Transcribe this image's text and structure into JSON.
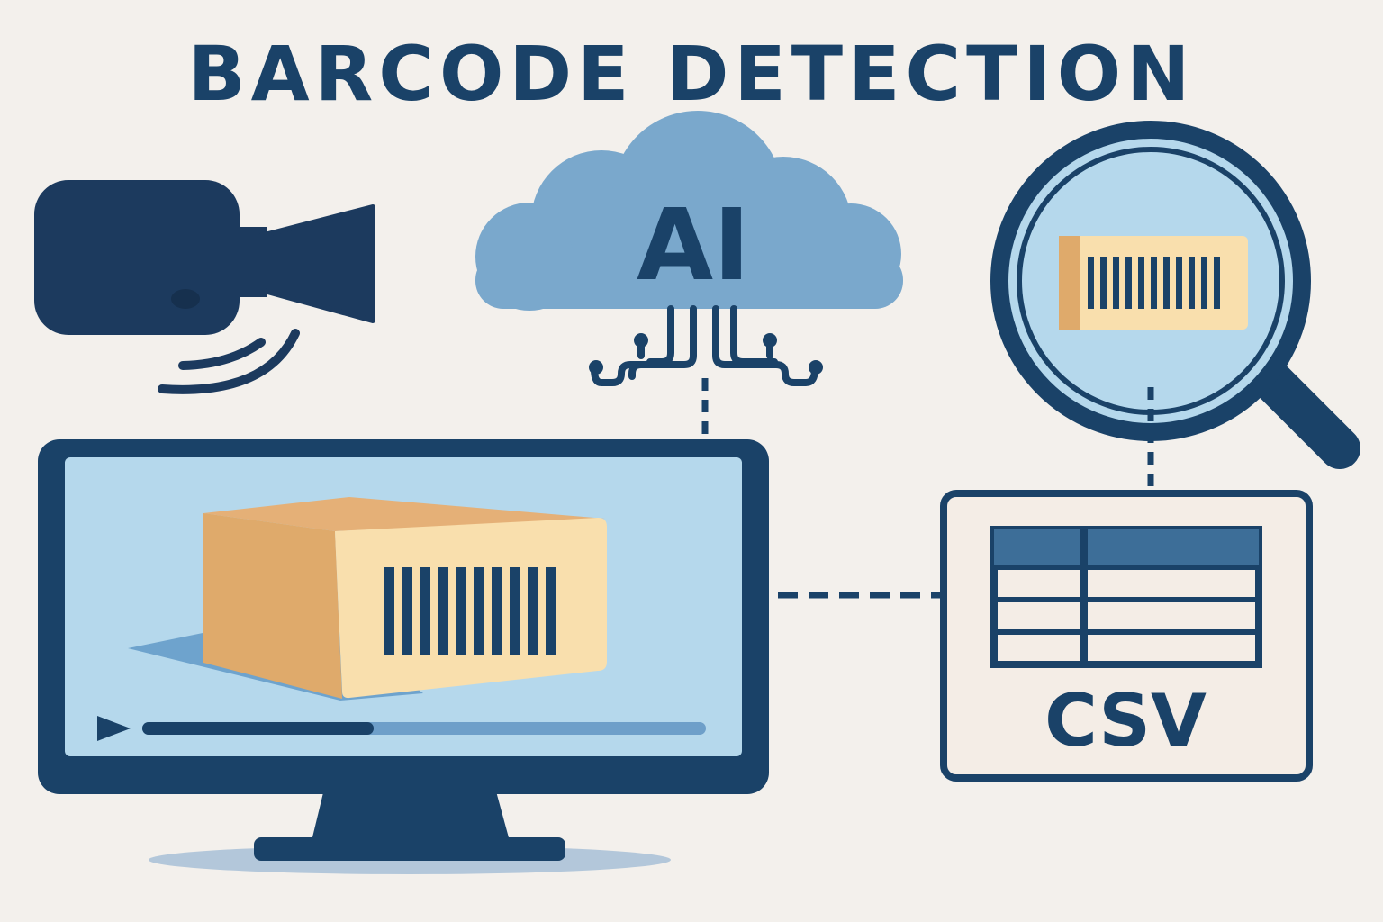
{
  "title": "BARCODE DETECTION",
  "cloud": {
    "label": "AI"
  },
  "csv_card": {
    "label": "CSV"
  },
  "video_player": {
    "progress": 0.41
  },
  "colors": {
    "navy": "#1a4268",
    "dark_navy": "#1c3a5e",
    "screen_blue": "#b5d8ec",
    "cloud_blue": "#7aa8cc",
    "box_tan": "#dfaa6b",
    "label_cream": "#f9dfad",
    "background": "#f3f0ec"
  },
  "icons": [
    "video-camera-icon",
    "cloud-icon",
    "magnifying-glass-icon",
    "monitor-icon",
    "barcode-icon",
    "play-icon",
    "table-icon"
  ]
}
